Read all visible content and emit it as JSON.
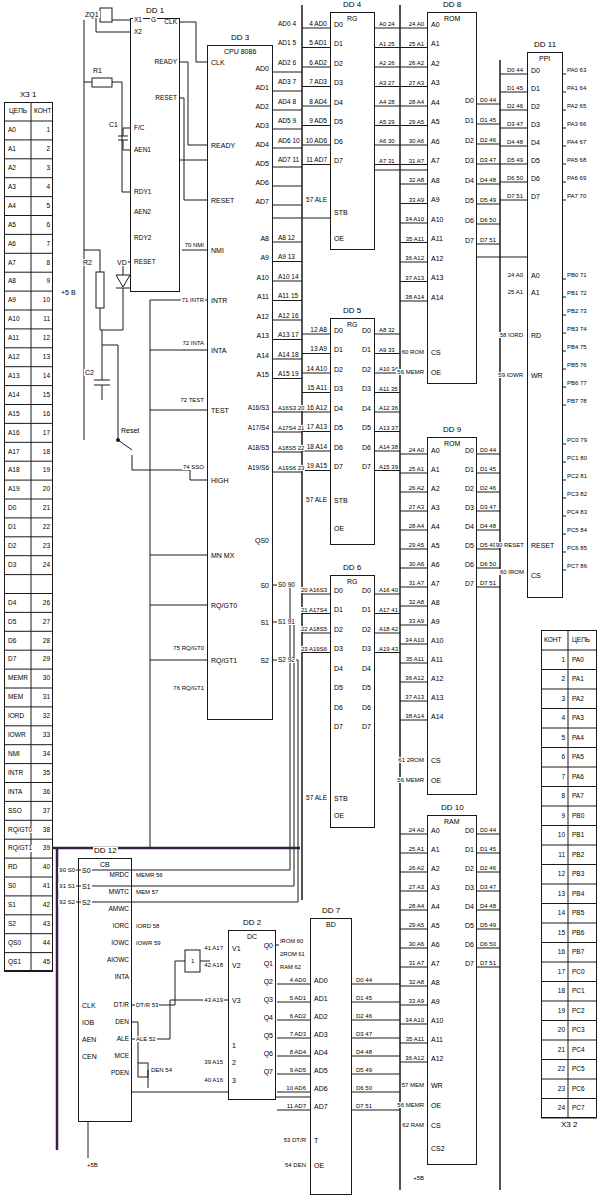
{
  "diagram": {
    "nodes": [
      {
        "text": [
          "X3 1"
        ]
      },
      {
        "text": [
          "DD 1"
        ]
      },
      {
        "text": [
          "DD 3",
          "CPU 8086"
        ]
      },
      {
        "text": [
          "DD 4",
          "RG"
        ]
      },
      {
        "text": [
          "DD 5",
          "RG"
        ]
      },
      {
        "text": [
          "DD 6",
          "RG"
        ]
      },
      {
        "text": [
          "DD 7",
          "BD"
        ]
      },
      {
        "text": [
          "DD 8",
          "ROM"
        ]
      },
      {
        "text": [
          "DD 9",
          "ROM"
        ]
      },
      {
        "text": [
          "DD 10",
          "RAM"
        ]
      },
      {
        "text": [
          "DD 11",
          "PPI"
        ]
      },
      {
        "text": [
          "X3 2"
        ]
      },
      {
        "text": [
          "DD 12",
          "CB"
        ]
      },
      {
        "text": [
          "DD 2",
          "DC"
        ]
      }
    ],
    "edges": [
      {
        "from": 1,
        "to": 2,
        "arrow": "none"
      },
      {
        "from": 2,
        "to": 3,
        "arrow": "none"
      },
      {
        "from": 3,
        "to": 7,
        "arrow": "none"
      },
      {
        "from": 7,
        "to": 10,
        "arrow": "none"
      },
      {
        "from": 12,
        "to": 13,
        "arrow": "none"
      },
      {
        "from": 13,
        "to": 6,
        "arrow": "none"
      }
    ],
    "labels": [
      "ЦЕПЬ",
      "КОНТ",
      "A0",
      "A1",
      "A2",
      "A3",
      "A4",
      "A5",
      "A6",
      "A7",
      "A8",
      "A9",
      "A10",
      "A11",
      "A12",
      "A13",
      "A14",
      "A15",
      "A16",
      "A17",
      "A18",
      "A19",
      "D0",
      "D1",
      "D2",
      "D3",
      "1",
      "2",
      "3",
      "4",
      "5",
      "6",
      "7",
      "8",
      "9",
      "10",
      "11",
      "12",
      "13",
      "14",
      "15",
      "16",
      "17",
      "18",
      "19",
      "20",
      "21",
      "22",
      "23",
      "24",
      "D4",
      "D5",
      "D6",
      "D7",
      "MEMR",
      "MEM",
      "IORD",
      "IOWR",
      "NMI",
      "INTR",
      "INTA",
      "SSO",
      "RQ/GT0",
      "RQ/GT1",
      "RD",
      "S0",
      "S1",
      "S2",
      "QS0",
      "QS1",
      "26",
      "27",
      "28",
      "29",
      "30",
      "31",
      "32",
      "33",
      "34",
      "35",
      "36",
      "37",
      "38",
      "39",
      "40",
      "41",
      "42",
      "43",
      "44",
      "45",
      "ZQ1",
      "C1",
      "R1",
      "R2",
      "VD",
      "C2",
      "Reset",
      "+5 B",
      "X1",
      "X2",
      "F/C",
      "AEN1",
      "RDY1",
      "AEN2",
      "RDY2",
      "RESET",
      "G",
      "CLK",
      "READY",
      "RESET",
      "CLK",
      "READY",
      "RESET",
      "NMI",
      "INTR",
      "INTA",
      "TEST",
      "HIGH",
      "MN MX",
      "RQ/GT0",
      "RQ/GT1",
      "AD0",
      "AD1",
      "AD2",
      "AD3",
      "AD4",
      "AD5",
      "AD6",
      "AD7",
      "A8",
      "A9",
      "A10",
      "A11",
      "A12",
      "A13",
      "A14",
      "A15",
      "A16/S3",
      "A17/S4",
      "A18/S5",
      "A19/S6",
      "QS0",
      "S0",
      "S1",
      "S2",
      "70 NMI",
      "71 INTR",
      "72 INTA",
      "72 TEST",
      "74 SSO",
      "75 RQ/GT0",
      "76 RQ/GT1",
      "AD0 4",
      "AD1 5",
      "AD2 6",
      "AD3 7",
      "AD4 8",
      "AD5 9",
      "AD6 10",
      "AD7 11",
      "4 AD0",
      "5 AD1",
      "6 AD2",
      "7 AD3",
      "8 AD4",
      "9 AD5",
      "10 AD6",
      "11 AD7",
      "57 ALE",
      "A8 12",
      "A9 13",
      "A10 14",
      "A11 15",
      "A12 16",
      "A13 17",
      "A14 18",
      "A15 19",
      "12 A8",
      "13 A9",
      "14 A10",
      "15 A11",
      "16 A12",
      "17 A13",
      "18 A14",
      "19 A15",
      "A16S3 20",
      "A17S4 21",
      "A18S5 22",
      "A19S6 23",
      "57 ALE",
      "S0 90",
      "S1 91",
      "S2 92",
      "20 A16S3",
      "21 A17S4",
      "22 A18S5",
      "23 A19S6",
      "57 ALE",
      "D0",
      "D1",
      "D2",
      "D3",
      "D4",
      "D5",
      "D6",
      "D7",
      "STB",
      "OE",
      "D0",
      "D1",
      "D2",
      "D3",
      "D4",
      "D5",
      "D6",
      "D7",
      "D0",
      "D1",
      "D2",
      "D3",
      "D4",
      "D5",
      "D6",
      "D7",
      "STB",
      "OE",
      "D0",
      "D1",
      "D2",
      "D3",
      "D4",
      "D5",
      "D6",
      "D7",
      "D0",
      "D1",
      "D2",
      "D3",
      "D4",
      "D5",
      "D6",
      "D7",
      "STB",
      "OE",
      "A0 24",
      "A1 25",
      "A2 26",
      "A3 27",
      "A4 28",
      "A5 29",
      "A6 30",
      "A7 31",
      "A8 32",
      "A9 33",
      "A10 34",
      "A11 35",
      "A12 36",
      "A13 37",
      "A14 38",
      "A15 39",
      "A16 40",
      "A17 41",
      "A18 42",
      "A19 43",
      "24 A0",
      "25 A1",
      "26 A2",
      "27 A3",
      "28 A4",
      "29 A5",
      "30 A6",
      "31 A7",
      "32 A8",
      "33 A9",
      "34 A10",
      "35 A11",
      "36 A12",
      "37 A13",
      "38 A14",
      "60 ROM",
      "56 MEMR",
      "A0",
      "A1",
      "A2",
      "A3",
      "A4",
      "A5",
      "A6",
      "A7",
      "A8",
      "A9",
      "A10",
      "A11",
      "A12",
      "A13",
      "A14",
      "CS",
      "OE",
      "D0",
      "D1",
      "D2",
      "D3",
      "D4",
      "D5",
      "D6",
      "D7",
      "D0 44",
      "D1 45",
      "D2 46",
      "D3 47",
      "D4 48",
      "D5 49",
      "D6 50",
      "D7 51",
      "24 A0",
      "25 A1",
      "26 A2",
      "27 A3",
      "28 A4",
      "29 A5",
      "30 A6",
      "31 A7",
      "32 A8",
      "33 A9",
      "34 A10",
      "35 A11",
      "36 A12",
      "37 A13",
      "38 A14",
      "61 2ROM",
      "56 MEMR",
      "A0",
      "A1",
      "A2",
      "A3",
      "A4",
      "A5",
      "A6",
      "A7",
      "A8",
      "A9",
      "A10",
      "A11",
      "A12",
      "A13",
      "A14",
      "CS",
      "OE",
      "D0",
      "D1",
      "D2",
      "D3",
      "D4",
      "D5",
      "D6",
      "D7",
      "D0 44",
      "D1 45",
      "D2 46",
      "D3 47",
      "D4 48",
      "D5 49",
      "D6 50",
      "D7 51",
      "90 RESET",
      "60 IROM",
      "24 A0",
      "25 A1",
      "26 A2",
      "27 A3",
      "28 A4",
      "29 A5",
      "30 A6",
      "31 A7",
      "32 A8",
      "33 A9",
      "34 A10",
      "35 A11",
      "36 A12",
      "57 MEM",
      "56 MEMR",
      "62 RAM",
      "+5B",
      "A0",
      "A1",
      "A2",
      "A3",
      "A4",
      "A5",
      "A6",
      "A7",
      "A8",
      "A9",
      "A10",
      "A11",
      "A12",
      "WR",
      "OE",
      "CS",
      "CS2",
      "D0",
      "D1",
      "D2",
      "D3",
      "D4",
      "D5",
      "D6",
      "D7",
      "D0 44",
      "D1 45",
      "D2 46",
      "D3 47",
      "D4 48",
      "D5 49",
      "D6 50",
      "D7 51",
      "D0",
      "D1",
      "D2",
      "D3",
      "D4",
      "D5",
      "D6",
      "D7",
      "A0",
      "A1",
      "RD",
      "WR",
      "RESET",
      "CS",
      "D0 44",
      "D1 45",
      "D2 46",
      "D3 47",
      "D4 48",
      "D5 49",
      "D6 50",
      "D7 51",
      "24 A0",
      "25 A1",
      "58 IORD",
      "59 IOWR",
      "PA0 63",
      "PA1 64",
      "PA2 65",
      "PA3 66",
      "PA4 67",
      "PA5 68",
      "PA6 69",
      "PA7 70",
      "PB0 71",
      "PB1 72",
      "PB2 73",
      "PB3 74",
      "PB4 75",
      "PB5 76",
      "PB6 77",
      "PB7 78",
      "PC0 79",
      "PC1 80",
      "PC2 81",
      "PC3 82",
      "PC4 83",
      "PC5 84",
      "PC6 85",
      "PC7 86",
      "КОНТ",
      "ЦЕПЬ",
      "1",
      "2",
      "3",
      "4",
      "5",
      "6",
      "7",
      "8",
      "9",
      "10",
      "11",
      "12",
      "13",
      "14",
      "15",
      "16",
      "17",
      "18",
      "19",
      "20",
      "21",
      "22",
      "23",
      "24",
      "PA0",
      "PA1",
      "PA2",
      "PA3",
      "PA4",
      "PA5",
      "PA6",
      "PA7",
      "PB0",
      "PB1",
      "PB2",
      "PB3",
      "PB4",
      "PB5",
      "PB6",
      "PB7",
      "PC0",
      "PC1",
      "PC2",
      "PC3",
      "PC4",
      "PC5",
      "PC6",
      "PC7",
      "S0",
      "S1",
      "S2",
      "CLK",
      "IOB",
      "AEN",
      "CEN",
      "MRDC",
      "MWTC",
      "AMWC",
      "IORC",
      "IOWC",
      "AIOWC",
      "INTA",
      "DT/R",
      "DEN",
      "ALE",
      "MCE",
      "PDEN",
      "90 S0",
      "91 S1",
      "92 S2",
      "MEMR 56",
      "MEM 57",
      "IORD 58",
      "IOWR 59",
      "DT/R 53",
      "ALE 52",
      "DEN 54",
      "+5B",
      "1",
      "V1",
      "V2",
      "V3",
      "1",
      "2",
      "3",
      "Q0",
      "Q1",
      "Q2",
      "Q3",
      "Q4",
      "Q5",
      "Q6",
      "Q7",
      "41 A17",
      "42 A18",
      "43 A19",
      "39 A15",
      "40 A16",
      "IROM 60",
      "2ROM 61",
      "RAM 62",
      "AD0",
      "AD1",
      "AD2",
      "AD3",
      "AD4",
      "AD5",
      "AD6",
      "AD7",
      "T",
      "OE",
      "4 AD0",
      "5 AD1",
      "6 AD2",
      "7 AD3",
      "8 AD4",
      "9 AD5",
      "10 AD6",
      "11 AD7",
      "53 DT/R",
      "54 DEN",
      "D0 44",
      "D1 45",
      "D2 46",
      "D3 47",
      "D4 48",
      "D5 49",
      "D6 50",
      "D7 51"
    ]
  }
}
